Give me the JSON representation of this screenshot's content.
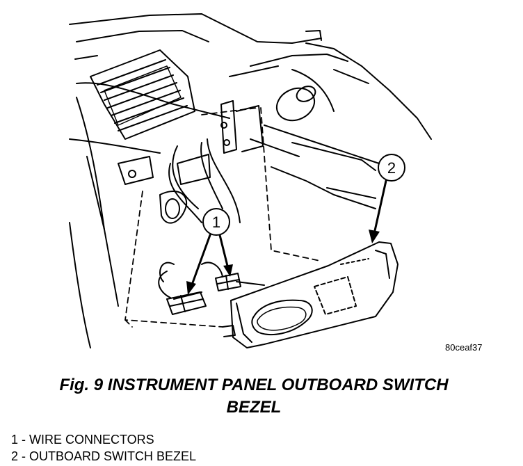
{
  "callouts": [
    {
      "number": "1"
    },
    {
      "number": "2"
    }
  ],
  "figure_id": "80ceaf37",
  "caption": {
    "line1": "Fig. 9 INSTRUMENT PANEL OUTBOARD SWITCH",
    "line2": "BEZEL"
  },
  "legend": [
    {
      "text": "1 - WIRE CONNECTORS"
    },
    {
      "text": "2 - OUTBOARD SWITCH BEZEL"
    }
  ]
}
